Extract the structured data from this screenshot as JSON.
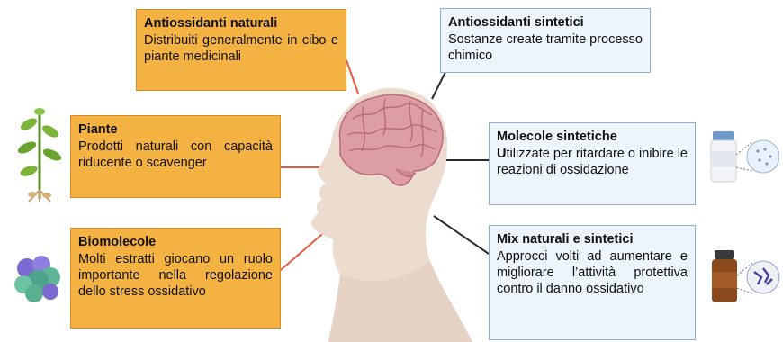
{
  "colors": {
    "natural_box": "#f4b242",
    "synthetic_box": "#edf4fb",
    "natural_connector": "#e85a3f",
    "synthetic_connector": "#2b2b2b"
  },
  "center_image": "human-head-profile-with-brain",
  "natural": {
    "antiossidanti_naturali": {
      "title": "Antiossidanti naturali",
      "body": "Distribuiti generalmente in cibo e piante medicinali"
    },
    "piante": {
      "title": "Piante",
      "body": "Prodotti naturali con capacità riducente o scavenger",
      "icon": "plant-icon"
    },
    "biomolecole": {
      "title": "Biomolecole",
      "body": "Molti estratti giocano un ruolo importante nella regolazione dello stress ossidativo",
      "icon": "protein-icon"
    }
  },
  "synthetic": {
    "antiossidanti_sintetici": {
      "title": "Antiossidanti sintetici",
      "body": "Sostanze create tramite processo chimico"
    },
    "molecole_sintetiche": {
      "title": "Molecole sintetiche",
      "body_initial": "U",
      "body": "tilizzate per ritardare o inibire le reazioni di ossidazione",
      "icon": "white-pill-bottle-icon"
    },
    "mix": {
      "title": "Mix naturali e sintetici",
      "body": "Approcci volti ad aumentare e migliorare l’attività protettiva contro il danno ossidativo",
      "icon": "amber-bottle-icon"
    }
  }
}
